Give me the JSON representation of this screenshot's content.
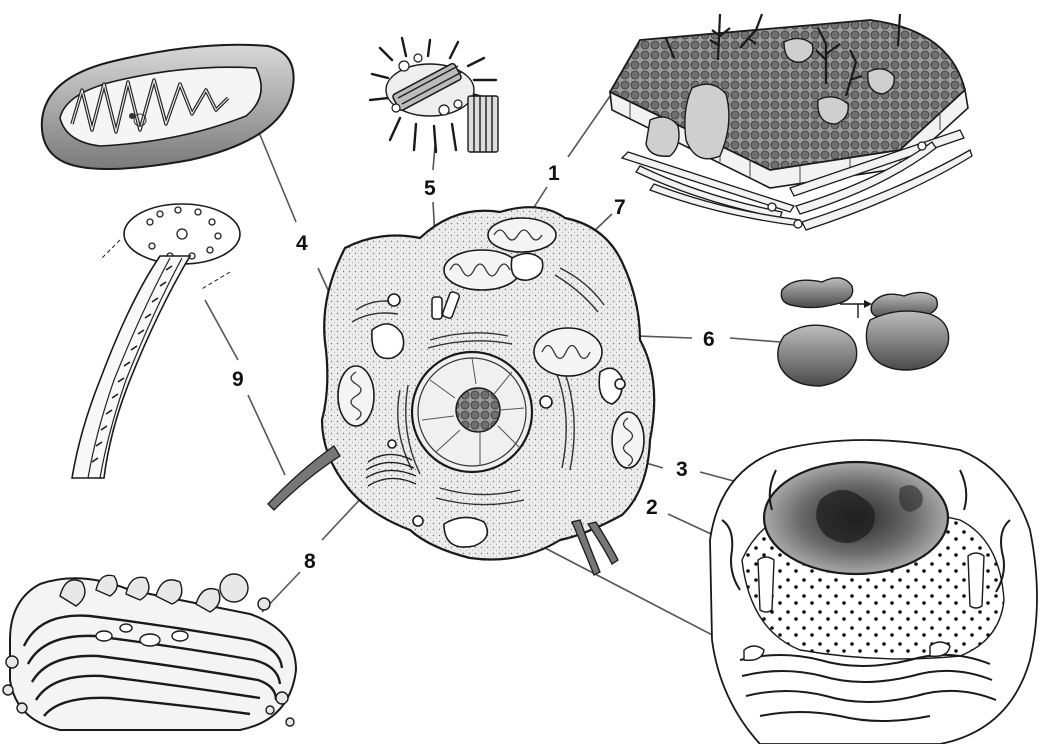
{
  "labels": {
    "l1": "1",
    "l2": "2",
    "l3": "3",
    "l4": "4",
    "l5": "5",
    "l6": "6",
    "l7": "7",
    "l8": "8",
    "l9": "9"
  },
  "colors": {
    "background": "#ffffff",
    "ink": "#1a1a1a",
    "cytoplasm": "#e6e6e6",
    "organelle_gray": "#bdbdbd",
    "chromatin_dark": "#2e2e2e"
  }
}
